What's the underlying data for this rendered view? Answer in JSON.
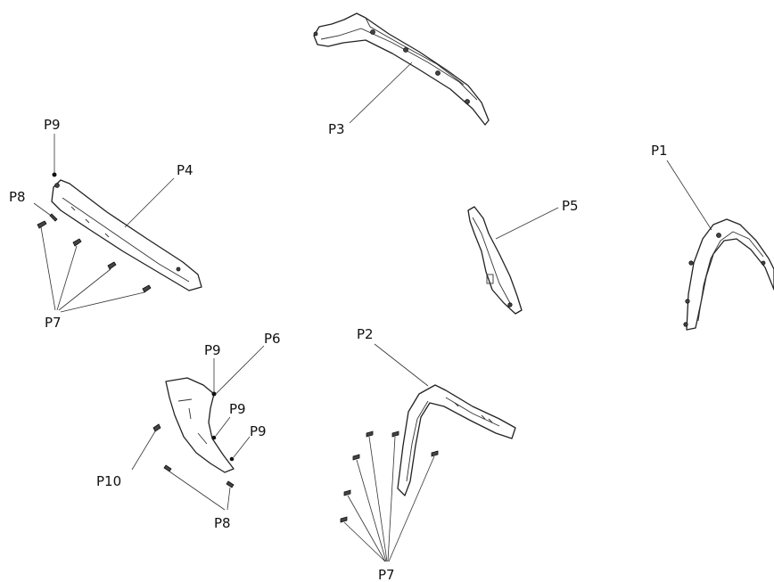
{
  "labels": {
    "p1": "P1",
    "p2": "P2",
    "p3": "P3",
    "p4": "P4",
    "p5": "P5",
    "p6": "P6",
    "p7_left": "P7",
    "p7_bottom": "P7",
    "p8_left": "P8",
    "p8_bottom": "P8",
    "p9_top": "P9",
    "p9_a": "P9",
    "p9_b": "P9",
    "p9_c": "P9",
    "p10": "P10"
  }
}
